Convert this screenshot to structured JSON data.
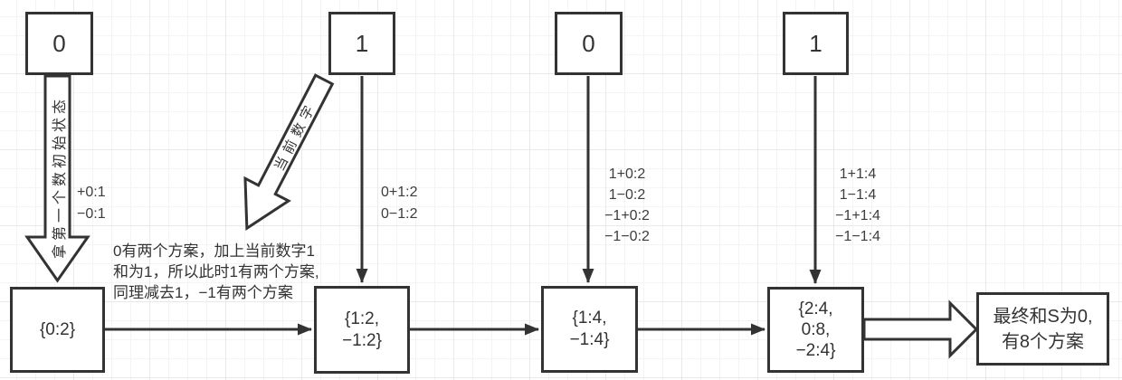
{
  "diagram": {
    "top_boxes": [
      {
        "label": "0"
      },
      {
        "label": "1"
      },
      {
        "label": "0"
      },
      {
        "label": "1"
      }
    ],
    "state_boxes": [
      {
        "label": "{0:2}"
      },
      {
        "label": "{1:2,\n−1:2}"
      },
      {
        "label": "{1:4,\n−1:4}"
      },
      {
        "label": "{2:4,\n0:8,\n−2:4}"
      }
    ],
    "result_box": {
      "label": "最终和S为0,\n有8个方案"
    },
    "edge_labels": [
      {
        "text": "+0:1\n−0:1"
      },
      {
        "text": "0+1:2\n0−1:2"
      },
      {
        "text": "1+0:2\n1−0:2\n−1+0:2\n−1−0:2"
      },
      {
        "text": "1+1:4\n1−1:4\n−1+1:4\n−1−1:4"
      }
    ],
    "annotations": {
      "first_number_arrow": "拿第一个数初始状态",
      "current_number_arrow": "当前数字",
      "note": "0有两个方案，加上当前数字1\n和为1，所以此时1有两个方案,\n同理减去1，−1有两个方案"
    },
    "colors": {
      "stroke": "#333333",
      "box_fill": "#ffffff",
      "text": "#333333"
    }
  }
}
